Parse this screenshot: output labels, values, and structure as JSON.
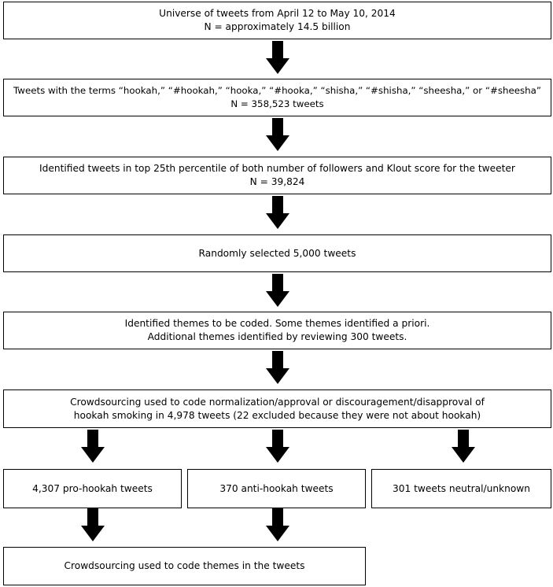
{
  "boxes": {
    "universe": [
      "Universe of tweets from April 12 to May 10, 2014",
      "N = approximately 14.5 billion"
    ],
    "terms": [
      "Tweets with the terms “hookah,” “#hookah,” “hooka,” “#hooka,” “shisha,” “#shisha,” “sheesha,” or “#sheesha”",
      "N = 358,523 tweets"
    ],
    "identified": [
      "Identified tweets in top 25th percentile of both number of followers and Klout score for the tweeter",
      "N = 39,824"
    ],
    "random": [
      "Randomly selected 5,000 tweets"
    ],
    "themes": [
      "Identified themes to be coded. Some themes identified a priori.",
      "Additional themes identified by reviewing 300 tweets."
    ],
    "crowd_code": [
      "Crowdsourcing used to code normalization/approval or discouragement/disapproval of",
      "hookah smoking in 4,978 tweets (22 excluded because they were not about hookah)"
    ],
    "pro": [
      "4,307 pro-hookah tweets"
    ],
    "anti": [
      "370 anti-hookah tweets"
    ],
    "neutral": [
      "301 tweets neutral/unknown"
    ],
    "crowd_themes": [
      "Crowdsourcing used to code themes in the tweets"
    ]
  }
}
